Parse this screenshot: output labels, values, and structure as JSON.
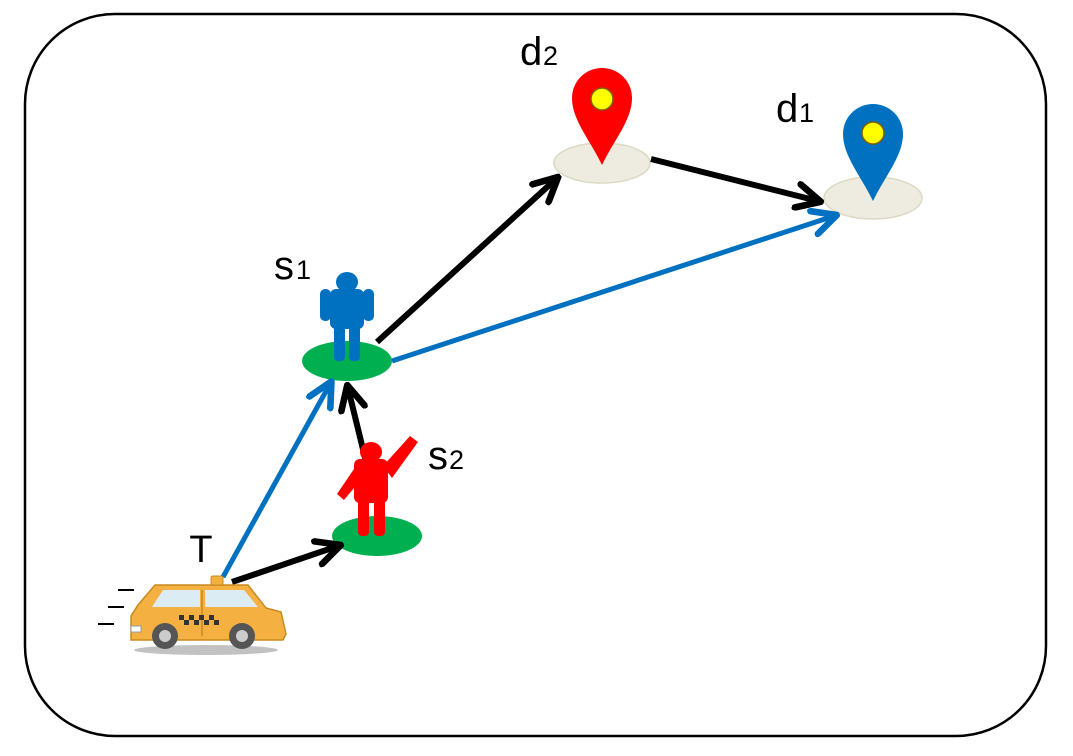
{
  "labels": {
    "taxi": "T",
    "source_1": "s",
    "source_1_sub": "1",
    "source_2": "s",
    "source_2_sub": "2",
    "dest_1": "d",
    "dest_1_sub": "1",
    "dest_2": "d",
    "dest_2_sub": "2"
  },
  "colors": {
    "route_black": "#000000",
    "route_blue": "#0070c0",
    "passenger_1": "#0070c0",
    "passenger_2": "#ff0000",
    "pickup_spot": "#00b050",
    "dest_pin_1": "#0070c0",
    "dest_pin_2": "#ff0000",
    "pin_dot": "#ffff00",
    "dest_base": "#eeece1",
    "taxi_body": "#f5b042"
  },
  "icons": {
    "taxi": "taxi-icon",
    "passenger_1": "standing-person-icon",
    "passenger_2": "waving-person-icon",
    "dest_1": "map-pin-icon",
    "dest_2": "map-pin-icon"
  }
}
